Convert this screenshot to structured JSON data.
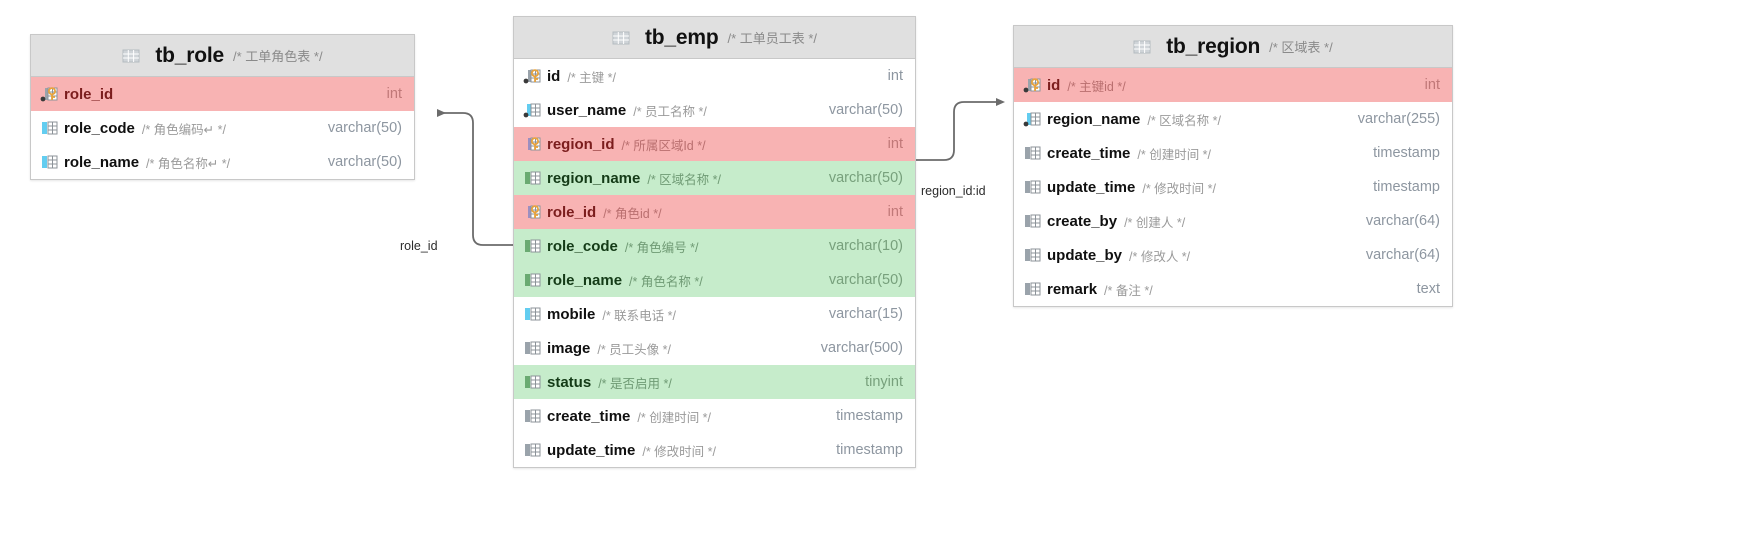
{
  "diagram": {
    "type": "er-diagram",
    "accent_pk_row": "#f8b3b3",
    "accent_highlight_row": "#c6eccb",
    "header_bg": "#e0e0e0",
    "border": "#c8c8c8",
    "link_color": "#6b6b6b"
  },
  "tables": [
    {
      "name": "tb_role",
      "comment": "/* 工单角色表 */",
      "icon": "table-icon",
      "columns": [
        {
          "icon": "primary-key-icon",
          "name": "role_id",
          "comment": "",
          "type": "int",
          "style": "pk"
        },
        {
          "icon": "column-blue-icon",
          "name": "role_code",
          "comment": "/* 角色编码↵ */",
          "type": "varchar(50)",
          "style": "plain"
        },
        {
          "icon": "column-blue-icon",
          "name": "role_name",
          "comment": "/* 角色名称↵ */",
          "type": "varchar(50)",
          "style": "plain"
        }
      ]
    },
    {
      "name": "tb_emp",
      "comment": "/* 工单员工表 */",
      "icon": "table-icon",
      "columns": [
        {
          "icon": "primary-key-icon",
          "name": "id",
          "comment": "/* 主键 */",
          "type": "int",
          "style": "plain"
        },
        {
          "icon": "column-blue-dot-icon",
          "name": "user_name",
          "comment": "/* 员工名称 */",
          "type": "varchar(50)",
          "style": "plain"
        },
        {
          "icon": "foreign-key-icon",
          "name": "region_id",
          "comment": "/* 所属区域Id */",
          "type": "int",
          "style": "pk"
        },
        {
          "icon": "column-green-icon",
          "name": "region_name",
          "comment": "/* 区域名称 */",
          "type": "varchar(50)",
          "style": "hl-green"
        },
        {
          "icon": "foreign-key-icon",
          "name": "role_id",
          "comment": "/* 角色id */",
          "type": "int",
          "style": "pk"
        },
        {
          "icon": "column-green-icon",
          "name": "role_code",
          "comment": "/* 角色编号 */",
          "type": "varchar(10)",
          "style": "hl-green"
        },
        {
          "icon": "column-green-icon",
          "name": "role_name",
          "comment": "/* 角色名称 */",
          "type": "varchar(50)",
          "style": "hl-green"
        },
        {
          "icon": "column-blue-icon",
          "name": "mobile",
          "comment": "/* 联系电话 */",
          "type": "varchar(15)",
          "style": "plain"
        },
        {
          "icon": "column-gray-icon",
          "name": "image",
          "comment": "/* 员工头像 */",
          "type": "varchar(500)",
          "style": "plain"
        },
        {
          "icon": "column-green-icon",
          "name": "status",
          "comment": "/* 是否启用 */",
          "type": "tinyint",
          "style": "hl-green"
        },
        {
          "icon": "column-gray-icon",
          "name": "create_time",
          "comment": "/* 创建时间 */",
          "type": "timestamp",
          "style": "plain"
        },
        {
          "icon": "column-gray-icon",
          "name": "update_time",
          "comment": "/* 修改时间 */",
          "type": "timestamp",
          "style": "plain"
        }
      ]
    },
    {
      "name": "tb_region",
      "comment": "/* 区域表 */",
      "icon": "table-icon",
      "columns": [
        {
          "icon": "primary-key-icon",
          "name": "id",
          "comment": "/* 主键id */",
          "type": "int",
          "style": "pk"
        },
        {
          "icon": "column-blue-dot-icon",
          "name": "region_name",
          "comment": "/* 区域名称 */",
          "type": "varchar(255)",
          "style": "plain"
        },
        {
          "icon": "column-gray-icon",
          "name": "create_time",
          "comment": "/* 创建时间 */",
          "type": "timestamp",
          "style": "plain"
        },
        {
          "icon": "column-gray-icon",
          "name": "update_time",
          "comment": "/* 修改时间 */",
          "type": "timestamp",
          "style": "plain"
        },
        {
          "icon": "column-gray-icon",
          "name": "create_by",
          "comment": "/* 创建人 */",
          "type": "varchar(64)",
          "style": "plain"
        },
        {
          "icon": "column-gray-icon",
          "name": "update_by",
          "comment": "/* 修改人 */",
          "type": "varchar(64)",
          "style": "plain"
        },
        {
          "icon": "column-gray-icon",
          "name": "remark",
          "comment": "/* 备注 */",
          "type": "text",
          "style": "plain"
        }
      ]
    }
  ],
  "relations": [
    {
      "label": "role_id",
      "from": "tb_emp.role_id",
      "to": "tb_role.role_id"
    },
    {
      "label": "region_id:id",
      "from": "tb_emp.region_id",
      "to": "tb_region.id"
    }
  ]
}
